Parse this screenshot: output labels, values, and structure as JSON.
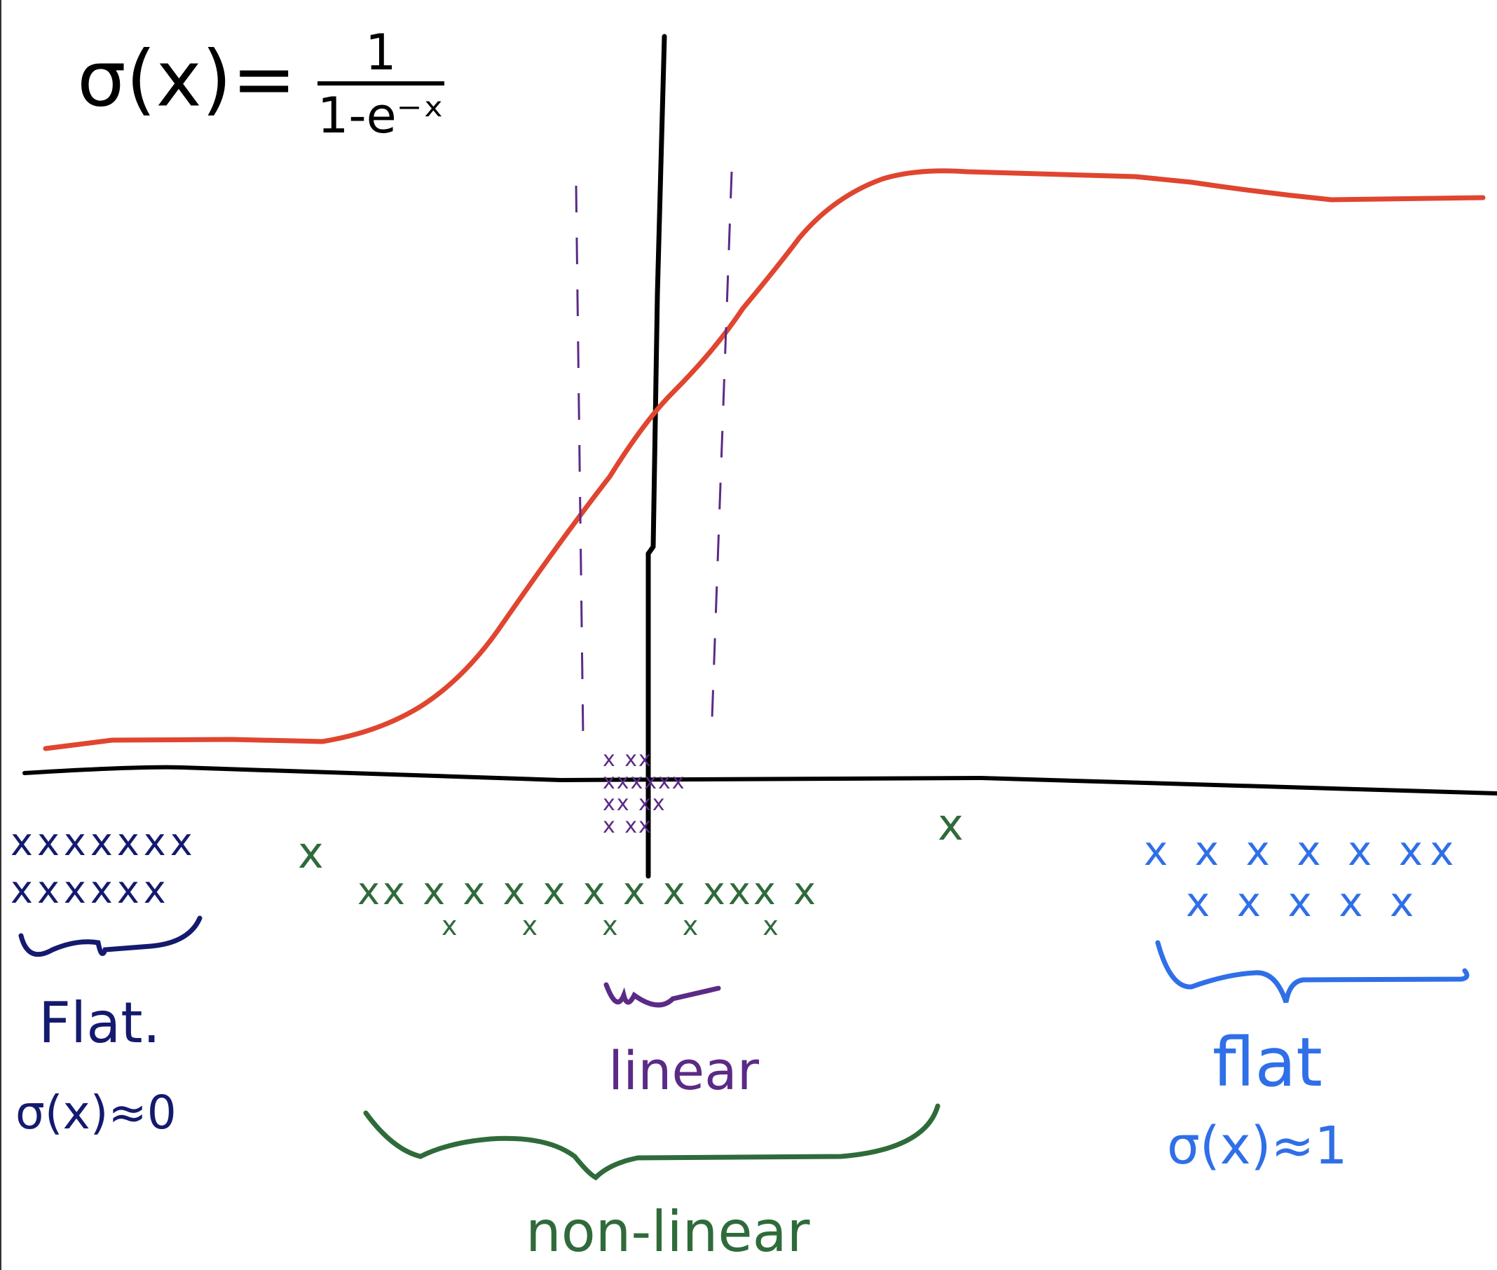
{
  "formula": {
    "lhs": "σ(x)=",
    "numerator": "1",
    "denominator": "1-e⁻ˣ"
  },
  "regions": {
    "left": {
      "title": "Flat.",
      "value": "σ(x)≈0",
      "marks_row1": "xxxxxxx",
      "marks_row2": "xxxxxx"
    },
    "center": {
      "title": "linear",
      "marks_row1": "x xx",
      "marks_row2": "xxxxxx",
      "marks_row3": "xx xx",
      "marks_row4": "x xx"
    },
    "middle": {
      "title": "non-linear",
      "marks_row1": "x",
      "marks_row2": "xx x x x x x x x xxx x",
      "marks_row3": "x x x x x"
    },
    "right": {
      "title": "flat",
      "value": "σ(x)≈1",
      "marks_row1": "x x x x x xx",
      "marks_row2": "x x x x x"
    }
  },
  "colors": {
    "curve": "#e0452f",
    "axes": "#000000",
    "left": "#141a6e",
    "center": "#5b2a86",
    "middle": "#2f6b3a",
    "right": "#2f6fe8"
  },
  "icons": {
    "brace_left": "curly-brace-icon",
    "brace_center": "curly-brace-icon",
    "brace_middle": "curly-brace-icon",
    "brace_right": "curly-brace-icon"
  }
}
